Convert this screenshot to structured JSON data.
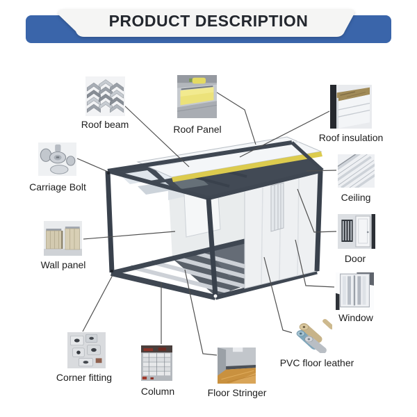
{
  "header": {
    "title": "PRODUCT DESCRIPTION"
  },
  "parts": [
    {
      "id": "roof-beam",
      "label": "Roof beam"
    },
    {
      "id": "roof-panel",
      "label": "Roof Panel"
    },
    {
      "id": "roof-insulation",
      "label": "Roof insulation"
    },
    {
      "id": "carriage-bolt",
      "label": "Carriage Bolt"
    },
    {
      "id": "ceiling",
      "label": "Ceiling"
    },
    {
      "id": "wall-panel",
      "label": "Wall panel"
    },
    {
      "id": "door",
      "label": "Door"
    },
    {
      "id": "window",
      "label": "Window"
    },
    {
      "id": "corner-fitting",
      "label": "Corner fitting"
    },
    {
      "id": "column",
      "label": "Column"
    },
    {
      "id": "floor-stringer",
      "label": "Floor Stringer"
    },
    {
      "id": "pvc-floor-leather",
      "label": "PVC floor leather"
    }
  ],
  "colors": {
    "accent_blue": "#3a65aa",
    "frame_dark": "#3f4752",
    "roof_insulation_yellow": "#dccb4e",
    "door_green": "#74a05a",
    "banner_bg": "#f5f5f4"
  }
}
